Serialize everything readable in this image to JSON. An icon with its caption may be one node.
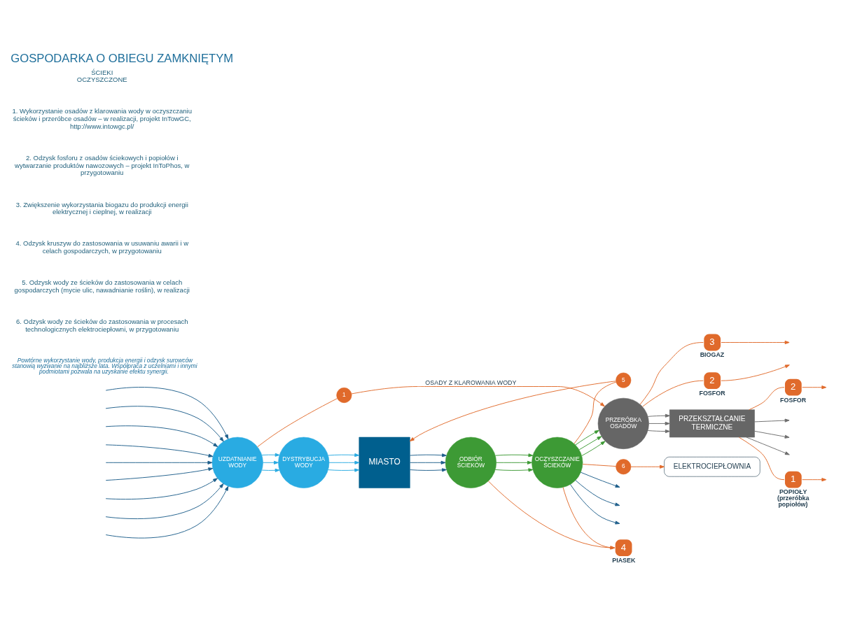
{
  "diagram": {
    "title": "GOSPODARKA O OBIEGU ZAMKNIĘTYM",
    "caption": "Powtórne wykorzystanie wody, produkcja energii i odzysk surowców stanowią wyzwanie na najbliższe lata. Współpraca z uczelniami i innymi podmiotami pozwala na uzyskanie efektu synergii.",
    "nodes": [
      {
        "text": [
          "UZDATNIANIE WODY"
        ]
      },
      {
        "text": [
          "DYSTRYBUCJA WODY"
        ]
      },
      {
        "text": [
          "MIASTO"
        ]
      },
      {
        "text": [
          "ODBIÓR ŚCIEKÓW"
        ]
      },
      {
        "text": [
          "OCZYSZCZANIE ŚCIEKÓW"
        ]
      },
      {
        "text": [
          "ELEKTROCIEPŁOWNIA"
        ]
      },
      {
        "text": [
          "6"
        ]
      },
      {
        "text": [
          "5"
        ]
      },
      {
        "text": [
          "1"
        ]
      },
      {
        "text": [
          "4"
        ],
        "beside": [
          "PIASEK"
        ]
      },
      {
        "text": [
          "PRZERÓBKA OSADÓW"
        ]
      },
      {
        "text": [
          "3"
        ],
        "beside": [
          "BIOGAZ"
        ]
      },
      {
        "text": [
          "2"
        ],
        "beside": [
          "FOSFOR"
        ]
      },
      {
        "text": [
          "PRZEKSZTAŁCANIE TERMICZNE"
        ]
      },
      {
        "text": [
          "1"
        ],
        "beside": [
          "POPIOŁY (przeróbka popiołów)"
        ]
      },
      {
        "text": [
          "2"
        ],
        "beside": [
          "FOSFOR"
        ]
      }
    ],
    "edges": [
      {
        "from": null,
        "to": 0,
        "arrow": "to",
        "color": "#1f5f8b"
      },
      {
        "from": null,
        "to": 0,
        "arrow": "to",
        "color": "#1f5f8b"
      },
      {
        "from": null,
        "to": 0,
        "arrow": "to",
        "color": "#1f5f8b"
      },
      {
        "from": null,
        "to": 0,
        "arrow": "to",
        "color": "#1f5f8b"
      },
      {
        "from": null,
        "to": 0,
        "arrow": "to",
        "color": "#1f5f8b"
      },
      {
        "from": null,
        "to": 0,
        "arrow": "to",
        "color": "#1f5f8b"
      },
      {
        "from": null,
        "to": 0,
        "arrow": "to",
        "color": "#1f5f8b"
      },
      {
        "from": null,
        "to": 0,
        "arrow": "to",
        "color": "#1f5f8b"
      },
      {
        "from": null,
        "to": 0,
        "arrow": "to",
        "color": "#1f5f8b"
      },
      {
        "from": 0,
        "to": 1,
        "arrow": "to",
        "color": "#29abe2"
      },
      {
        "from": 0,
        "to": 1,
        "arrow": "to",
        "color": "#29abe2"
      },
      {
        "from": 0,
        "to": 1,
        "arrow": "to",
        "color": "#29abe2"
      },
      {
        "from": 1,
        "to": 2,
        "arrow": "to",
        "color": "#29abe2"
      },
      {
        "from": 1,
        "to": 2,
        "arrow": "to",
        "color": "#29abe2"
      },
      {
        "from": 1,
        "to": 2,
        "arrow": "to",
        "color": "#29abe2"
      },
      {
        "from": 2,
        "to": 3,
        "arrow": "to",
        "color": "#1f5f8b"
      },
      {
        "from": 2,
        "to": 3,
        "arrow": "to",
        "color": "#1f5f8b"
      },
      {
        "from": 2,
        "to": 3,
        "arrow": "to",
        "color": "#1f5f8b"
      },
      {
        "from": 3,
        "to": 4,
        "arrow": "to",
        "color": "#3d9a35"
      },
      {
        "from": 3,
        "to": 4,
        "arrow": "to",
        "color": "#3d9a35"
      },
      {
        "from": 3,
        "to": 4,
        "arrow": "to",
        "color": "#3d9a35"
      },
      {
        "from": 4,
        "to": null,
        "arrow": "to",
        "color": "#1f5f8b"
      },
      {
        "from": 4,
        "to": null,
        "arrow": "to",
        "color": "#1f5f8b"
      },
      {
        "from": 4,
        "to": null,
        "arrow": "to",
        "color": "#1f5f8b"
      },
      {
        "from": 4,
        "to": 10,
        "arrow": "to",
        "color": "#3d9a35"
      },
      {
        "from": 4,
        "to": 10,
        "arrow": "to",
        "color": "#3d9a35"
      },
      {
        "from": 4,
        "to": 10,
        "arrow": "to",
        "color": "#3d9a35"
      },
      {
        "from": 10,
        "to": 13,
        "arrow": "to",
        "color": "#6d6d6d"
      },
      {
        "from": 10,
        "to": 13,
        "arrow": "to",
        "color": "#6d6d6d"
      },
      {
        "from": 10,
        "to": 13,
        "arrow": "to",
        "color": "#6d6d6d"
      },
      {
        "from": 13,
        "to": null,
        "arrow": "to",
        "color": "#6d6d6d"
      },
      {
        "from": 13,
        "to": null,
        "arrow": "to",
        "color": "#6d6d6d"
      },
      {
        "from": 13,
        "to": null,
        "arrow": "to",
        "color": "#6d6d6d"
      },
      {
        "from": 4,
        "to": 7,
        "arrow": "none",
        "color": "#e06a2b"
      },
      {
        "from": 7,
        "to": 2,
        "arrow": "to",
        "color": "#e06a2b"
      },
      {
        "from": 4,
        "to": 6,
        "arrow": "none",
        "color": "#e06a2b"
      },
      {
        "from": 6,
        "to": 5,
        "arrow": "to",
        "color": "#e06a2b"
      },
      {
        "from": 3,
        "to": 9,
        "arrow": "to",
        "color": "#e06a2b"
      },
      {
        "from": 4,
        "to": 9,
        "arrow": "to",
        "color": "#e06a2b"
      },
      {
        "from": 0,
        "to": 8,
        "arrow": "none",
        "color": "#e06a2b"
      },
      {
        "from": 8,
        "to": 10,
        "arrow": "to",
        "label": "OSADY Z KLAROWANIA WODY",
        "color": "#e06a2b"
      },
      {
        "from": 10,
        "to": 11,
        "arrow": "none",
        "color": "#e06a2b"
      },
      {
        "from": 11,
        "to": null,
        "arrow": "to",
        "color": "#e06a2b"
      },
      {
        "from": 10,
        "to": 12,
        "arrow": "none",
        "color": "#e06a2b"
      },
      {
        "from": 12,
        "to": null,
        "arrow": "to",
        "color": "#e06a2b"
      },
      {
        "from": 13,
        "to": 14,
        "arrow": "none",
        "color": "#e06a2b"
      },
      {
        "from": 14,
        "to": null,
        "arrow": "to",
        "color": "#e06a2b"
      },
      {
        "from": 13,
        "to": 15,
        "arrow": "none",
        "color": "#e06a2b"
      },
      {
        "from": 15,
        "to": null,
        "arrow": "to",
        "color": "#e06a2b"
      }
    ],
    "labels": [
      "ŚCIEKI OCZYSZCZONE",
      "1. Wykorzystanie osadów z klarowania wody w oczyszczaniu ścieków i przeróbce osadów – w realizacji, projekt InTowGC, http://www.intowgc.pl/",
      "2. Odzysk fosforu z osadów ściekowych i popiołów i wytwarzanie produktów nawozowych – projekt InToPhos, w przygotowaniu",
      "3. Zwiększenie wykorzystania biogazu do produkcji energii elektrycznej i cieplnej, w realizacji",
      "4. Odzysk kruszyw do zastosowania w usuwaniu awarii i w celach gospodarczych, w przygotowaniu",
      "5. Odzysk wody ze ścieków do zastosowania w celach gospodarczych (mycie ulic, nawadnianie roślin), w realizacji",
      "6. Odzysk wody ze ścieków do zastosowania w procesach technologicznych elektrociepłowni, w przygotowaniu"
    ]
  }
}
